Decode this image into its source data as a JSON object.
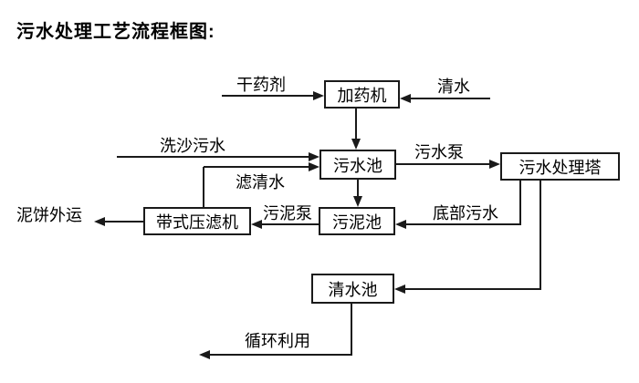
{
  "title": "污水处理工艺流程框图:",
  "nodes": {
    "dosing_machine": "加药机",
    "sewage_pool": "污水池",
    "sewage_treatment_tower": "污水处理塔",
    "sludge_pool": "污泥池",
    "belt_filter_press": "带式压滤机",
    "clean_water_pool": "清水池"
  },
  "flow_labels": {
    "dry_chemical": "干药剂",
    "clean_water": "清水",
    "sand_washing_sewage": "洗沙污水",
    "filtered_clean_water": "滤清水",
    "sewage_pump": "污水泵",
    "sludge_pump": "污泥泵",
    "bottom_sewage": "底部污水",
    "mud_cake_outbound": "泥饼外运",
    "recycling": "循环利用"
  },
  "colors": {
    "line": "#1a1a1a",
    "text": "#000000",
    "background": "#ffffff"
  }
}
